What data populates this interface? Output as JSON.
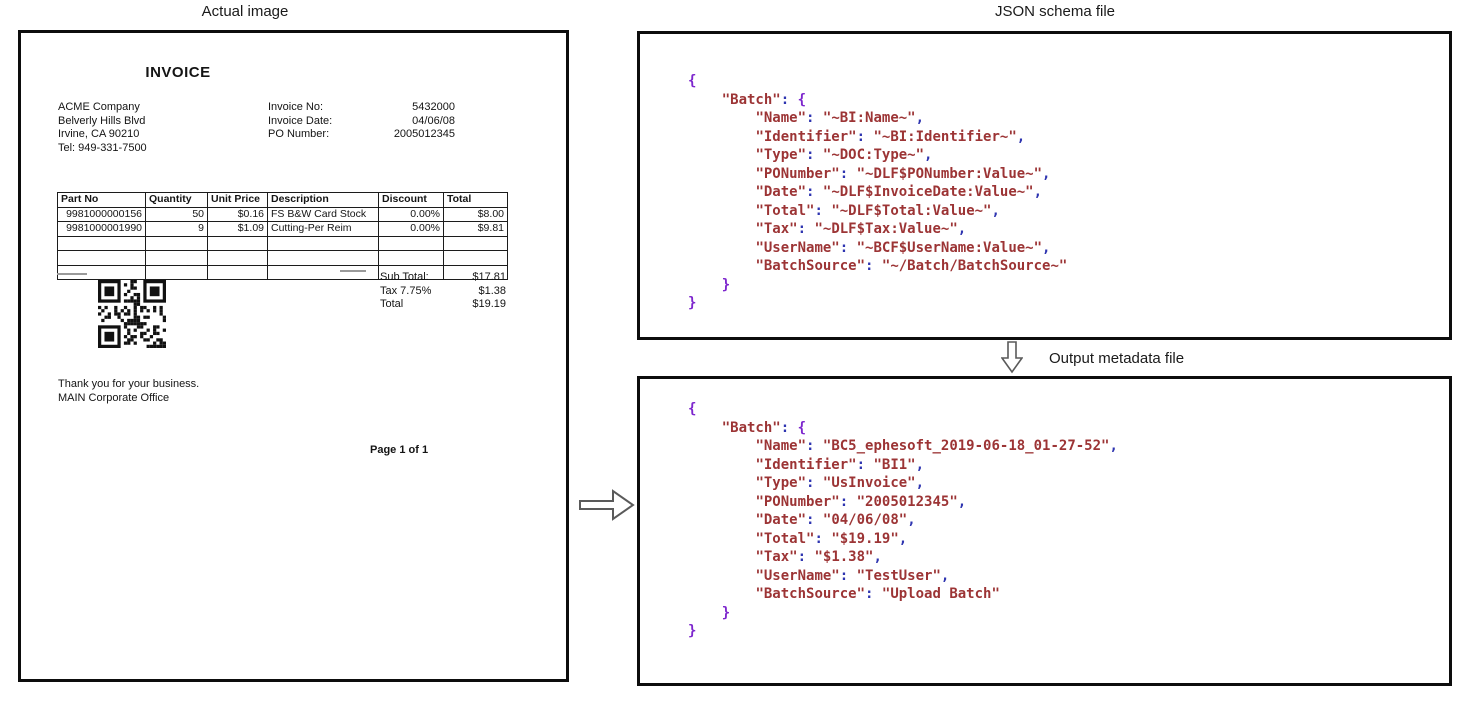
{
  "labels": {
    "actual_image": "Actual image",
    "json_schema_file": "JSON schema file",
    "output_metadata_file": "Output metadata file"
  },
  "invoice": {
    "title": "INVOICE",
    "company_lines": [
      "ACME Company",
      "Belverly Hills Blvd",
      "Irvine, CA 90210",
      "Tel: 949-331-7500"
    ],
    "meta_rows": [
      {
        "label": "Invoice No:",
        "value": "5432000"
      },
      {
        "label": "Invoice Date:",
        "value": "04/06/08"
      },
      {
        "label": "PO Number:",
        "value": "2005012345"
      }
    ],
    "table": {
      "headers": [
        "Part No",
        "Quantity",
        "Unit Price",
        "Description",
        "Discount",
        "Total"
      ],
      "rows": [
        [
          "9981000000156",
          "50",
          "$0.16",
          "FS B&W Card Stock",
          "0.00%",
          "$8.00"
        ],
        [
          "9981000001990",
          "9",
          "$1.09",
          "Cutting-Per Reim",
          "0.00%",
          "$9.81"
        ]
      ],
      "empty_row_count": 3
    },
    "totals": [
      {
        "label": "Sub Total:",
        "value": "$17.81"
      },
      {
        "label": "Tax 7.75%",
        "value": "$1.38"
      },
      {
        "label": "Total",
        "value": "$19.19"
      }
    ],
    "footer_lines": [
      "Thank you for your business.",
      "MAIN Corporate Office"
    ],
    "page_label": "Page 1 of 1"
  },
  "schema_code_lines": [
    "{",
    "    \"Batch\": {",
    "        \"Name\": \"~BI:Name~\",",
    "        \"Identifier\": \"~BI:Identifier~\",",
    "        \"Type\": \"~DOC:Type~\",",
    "        \"PONumber\": \"~DLF$PONumber:Value~\",",
    "        \"Date\": \"~DLF$InvoiceDate:Value~\",",
    "        \"Total\": \"~DLF$Total:Value~\",",
    "        \"Tax\": \"~DLF$Tax:Value~\",",
    "        \"UserName\": \"~BCF$UserName:Value~\",",
    "        \"BatchSource\": \"~/Batch/BatchSource~\"",
    "    }",
    "}"
  ],
  "output_code_lines": [
    "{",
    "    \"Batch\": {",
    "        \"Name\": \"BC5_ephesoft_2019-06-18_01-27-52\",",
    "        \"Identifier\": \"BI1\",",
    "        \"Type\": \"UsInvoice\",",
    "        \"PONumber\": \"2005012345\",",
    "        \"Date\": \"04/06/08\",",
    "        \"Total\": \"$19.19\",",
    "        \"Tax\": \"$1.38\",",
    "        \"UserName\": \"TestUser\",",
    "        \"BatchSource\": \"Upload Batch\"",
    "    }",
    "}"
  ],
  "colors": {
    "code_string": "#9c3435",
    "code_brace": "#7d26cd",
    "code_punct": "#2e34b0",
    "panel_border": "#0d0d0d"
  }
}
